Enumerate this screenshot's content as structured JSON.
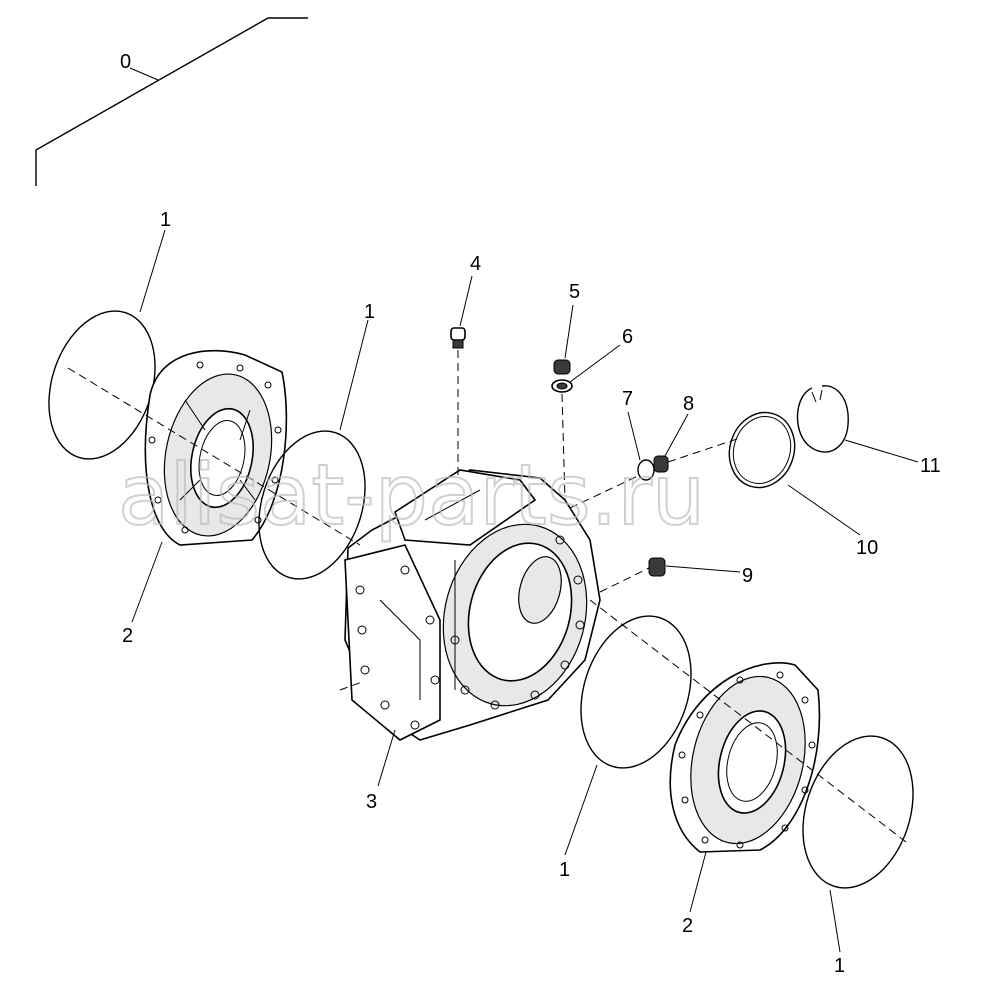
{
  "watermark": "alisat-parts.ru",
  "callouts": {
    "c0": "0",
    "c1a": "1",
    "c1b": "1",
    "c1c": "1",
    "c1d": "1",
    "c2a": "2",
    "c2b": "2",
    "c3": "3",
    "c4": "4",
    "c5": "5",
    "c6": "6",
    "c7": "7",
    "c8": "8",
    "c9": "9",
    "c10": "10",
    "c11": "11"
  }
}
